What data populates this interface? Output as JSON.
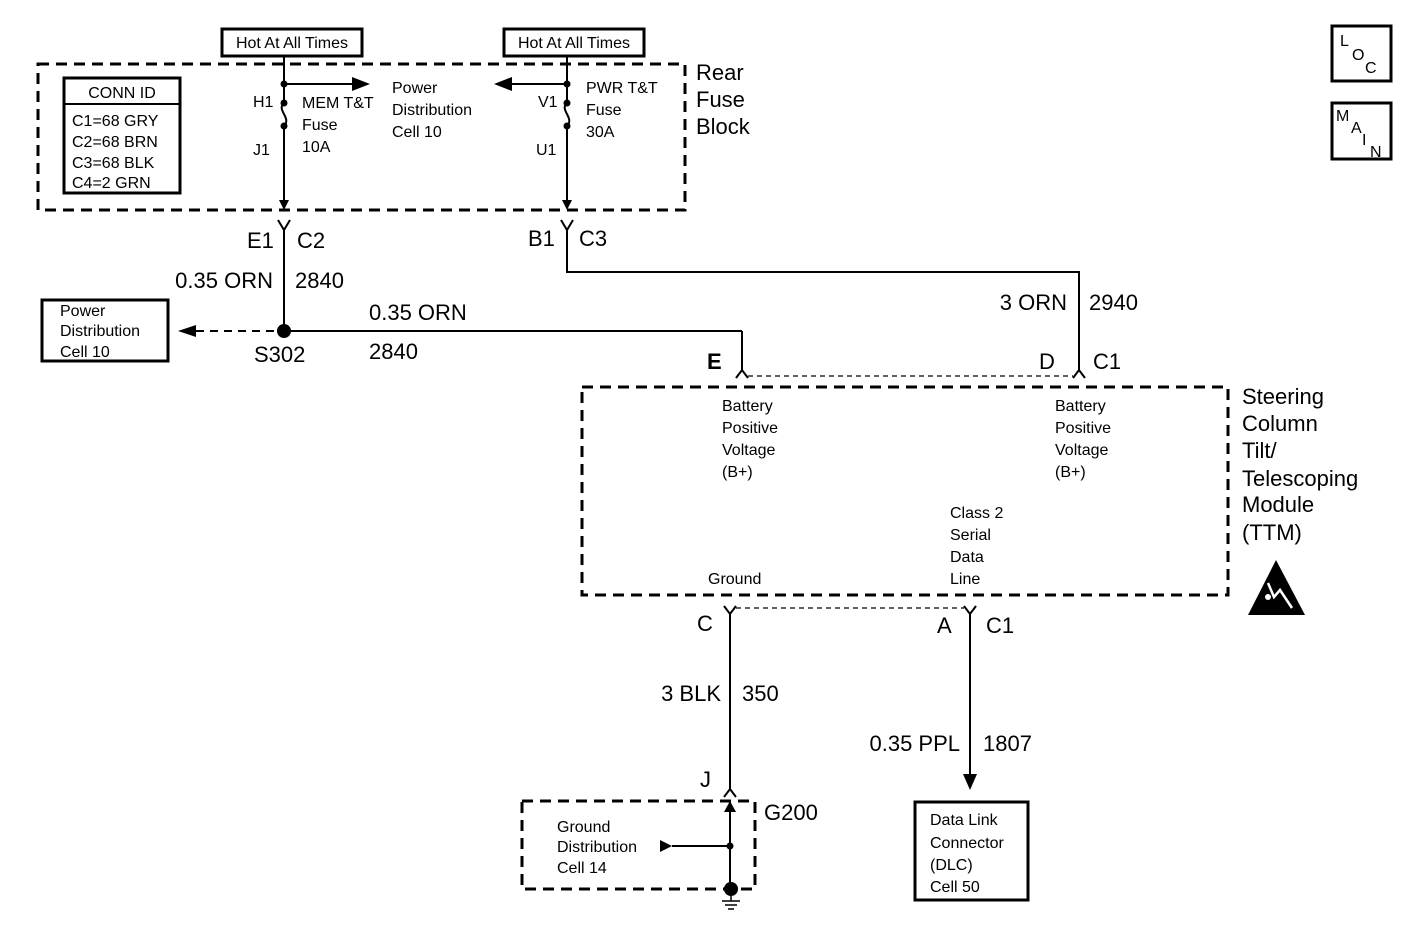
{
  "hot_labels": [
    "Hot At All Times",
    "Hot At All Times"
  ],
  "conn_id": {
    "title": "CONN ID",
    "rows": [
      "C1=68 GRY",
      "C2=68 BRN",
      "C3=68 BLK",
      "C4=2 GRN"
    ]
  },
  "fuse_block": {
    "name": [
      "Rear",
      "Fuse",
      "Block"
    ],
    "power_dist": [
      "Power",
      "Distribution",
      "Cell 10"
    ],
    "mem_fuse": {
      "top": "H1",
      "bottom": "J1",
      "label": [
        "MEM T&T",
        "Fuse",
        "10A"
      ]
    },
    "pwr_fuse": {
      "top": "V1",
      "bottom": "U1",
      "label": [
        "PWR T&T",
        "Fuse",
        "30A"
      ]
    }
  },
  "connectors": {
    "e1": "E1",
    "c2": "C2",
    "b1": "B1",
    "c3": "C3",
    "e": "E",
    "d": "D",
    "c1_top": "C1",
    "c": "C",
    "a": "A",
    "c1_bottom": "C1",
    "j": "J"
  },
  "wires": {
    "w1_gauge": "0.35 ORN",
    "w1_circuit": "2840",
    "w2_gauge": "0.35 ORN",
    "w2_circuit": "2840",
    "w3_gauge": "3 ORN",
    "w3_circuit": "2940",
    "w4_gauge": "3 BLK",
    "w4_circuit": "350",
    "w5_gauge": "0.35 PPL",
    "w5_circuit": "1807"
  },
  "splice": "S302",
  "ground_id": "G200",
  "left_ref": [
    "Power",
    "Distribution",
    "Cell 10"
  ],
  "module": {
    "name": [
      "Steering",
      "Column",
      "Tilt/",
      "Telescoping",
      "Module",
      "(TTM)"
    ],
    "pin_e": [
      "Battery",
      "Positive",
      "Voltage",
      "(B+)"
    ],
    "pin_d": [
      "Battery",
      "Positive",
      "Voltage",
      "(B+)"
    ],
    "pin_a": [
      "Class 2",
      "Serial",
      "Data",
      "Line"
    ],
    "pin_c": "Ground"
  },
  "ground_dist": [
    "Ground",
    "Distribution",
    "Cell 14"
  ],
  "dlc": [
    "Data Link",
    "Connector",
    "(DLC)",
    "Cell 50"
  ],
  "nav": {
    "loc": [
      "L",
      "O",
      "C"
    ],
    "main": [
      "M",
      "A",
      "I",
      "N"
    ]
  }
}
